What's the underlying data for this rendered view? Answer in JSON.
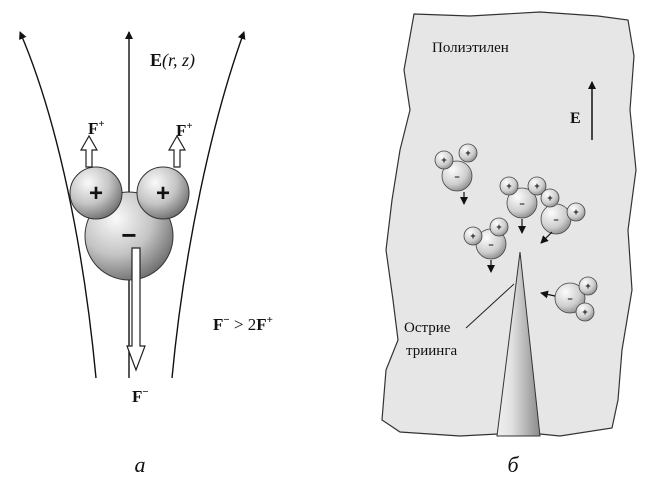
{
  "left_panel": {
    "field_label_bold": "E",
    "field_label_args": "(r, z)",
    "force_plus_left": {
      "base": "F",
      "sup": "+"
    },
    "force_plus_right": {
      "base": "F",
      "sup": "+"
    },
    "force_minus": {
      "base": "F",
      "sup": "−"
    },
    "inequality": {
      "lhs": "F",
      "lhs_sup": "−",
      "op": " > 2",
      "rhs": "F",
      "rhs_sup": "+"
    },
    "charge_plus": "+",
    "charge_minus": "−",
    "caption": "а"
  },
  "right_panel": {
    "material_label": "Полиэтилен",
    "field_label": "E",
    "tip_label_line1": "Острие",
    "tip_label_line2": "триинга",
    "caption": "б"
  },
  "colors": {
    "line": "#111111",
    "polymer_fill": "#e6e6e6",
    "sphere_light": "#f8f8f8",
    "sphere_dark": "#7a7a7a",
    "tip_dark": "#8c8c8c"
  }
}
